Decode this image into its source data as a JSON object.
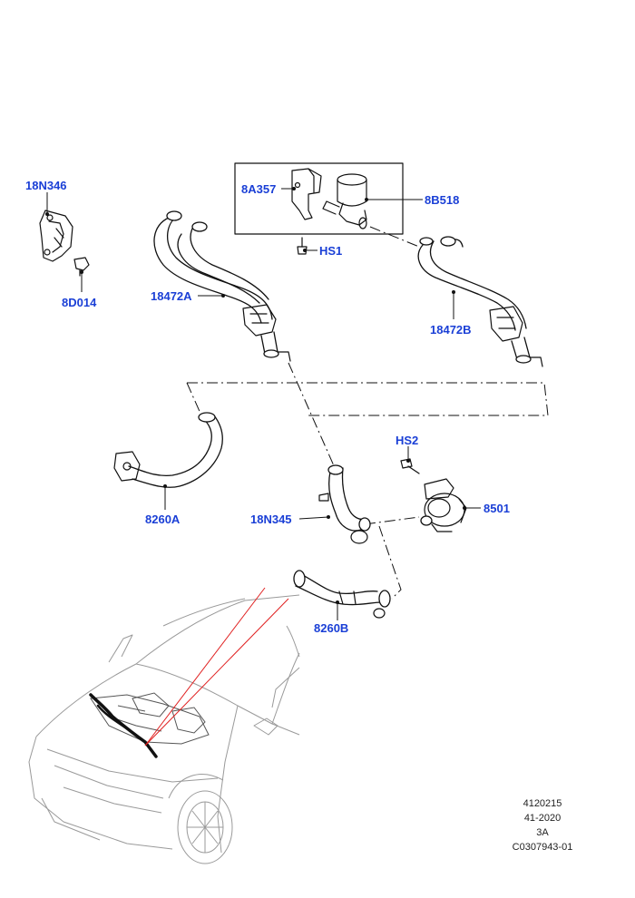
{
  "diagram": {
    "callouts": {
      "c18N346": "18N346",
      "c8D014": "8D014",
      "c8A357": "8A357",
      "cHS1": "HS1",
      "c8B518": "8B518",
      "c18472A": "18472A",
      "c18472B": "18472B",
      "c8260A": "8260A",
      "cHS2": "HS2",
      "c18N345": "18N345",
      "c8501": "8501",
      "c8260B": "8260B"
    },
    "footer": {
      "line1": "4120215",
      "line2": "41-2020",
      "line3": "3A",
      "line4": "C0307943-01"
    },
    "colors": {
      "callout": "#1a3fd6",
      "line": "#111111",
      "vehicle": "#9a9a9a",
      "pointer": "#e02020"
    }
  }
}
